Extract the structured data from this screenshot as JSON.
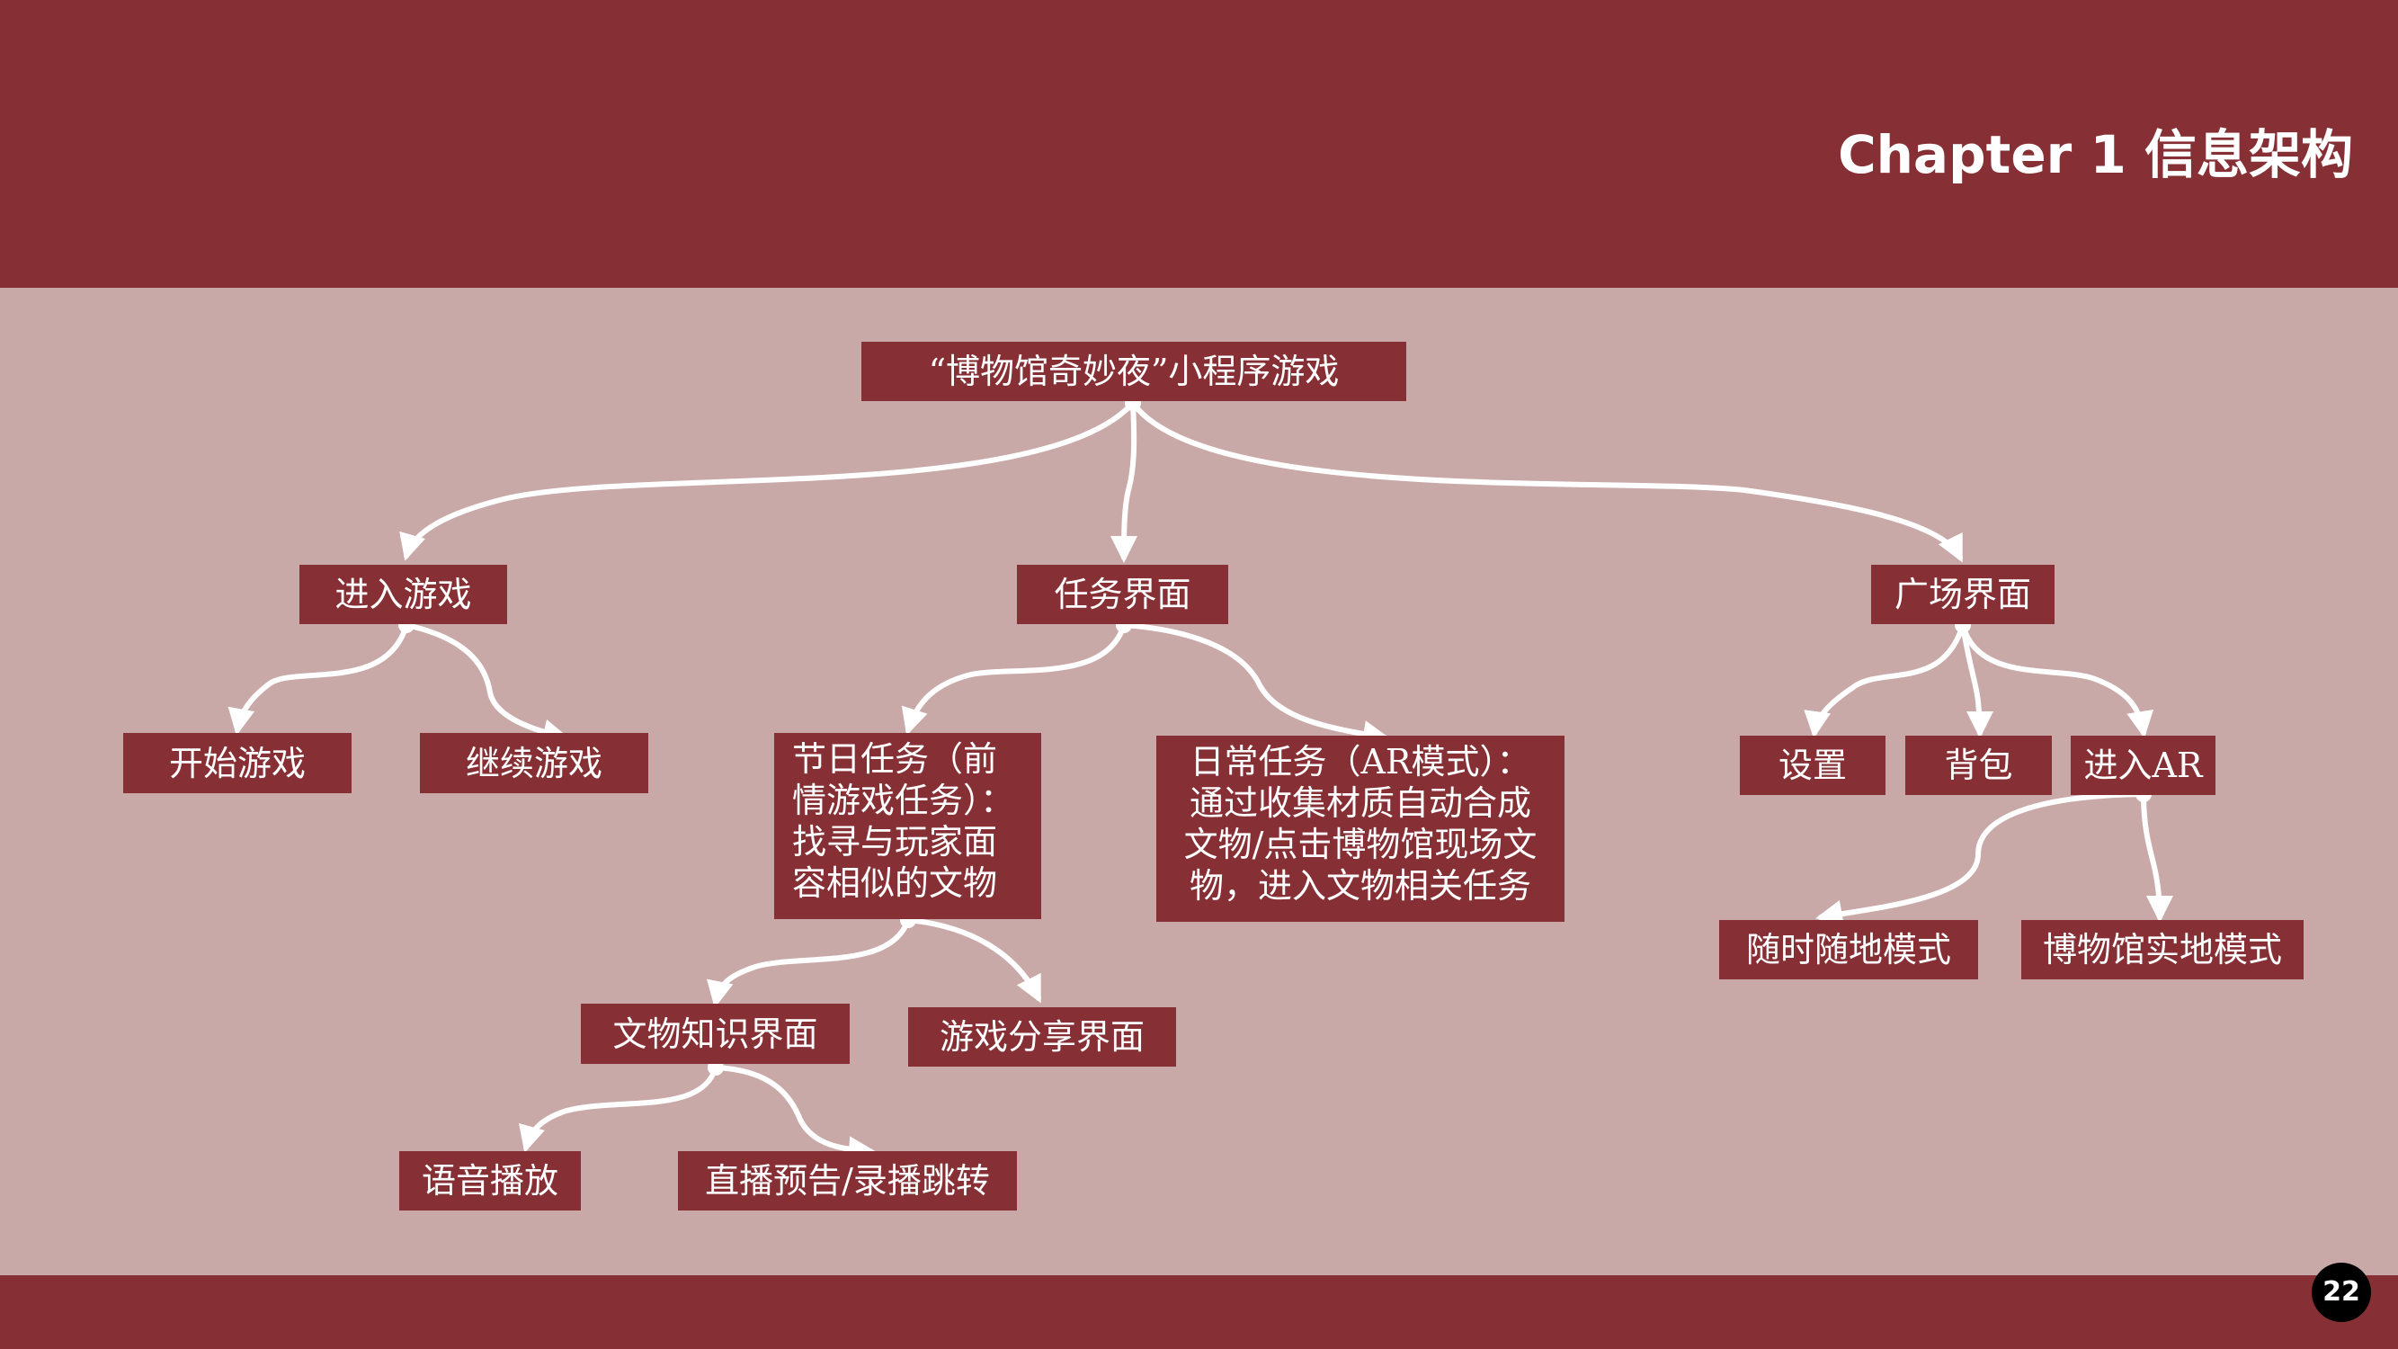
{
  "header": {
    "title": "Chapter 1 信息架构"
  },
  "footer": {
    "page_number": "22"
  },
  "colors": {
    "primary": "#862f34",
    "background": "#c9a8a8",
    "text": "#ffffff",
    "connector": "#ffffff"
  },
  "tree": {
    "root": "“博物馆奇妙夜”小程序游戏",
    "enter_game": "进入游戏",
    "task_screen": "任务界面",
    "plaza_screen": "广场界面",
    "start_game": "开始游戏",
    "continue_game": "继续游戏",
    "festival_task": "节日任务（前\n情游戏任务）：\n找寻与玩家面\n容相似的文物",
    "daily_task": "日常任务（AR模式）：\n通过收集材质自动合成\n文物/点击博物馆现场文\n物，进入文物相关任务",
    "settings": "设置",
    "backpack": "背包",
    "enter_ar": "进入AR",
    "anytime_mode": "随时随地模式",
    "museum_mode": "博物馆实地模式",
    "artifact_knowledge": "文物知识界面",
    "game_share": "游戏分享界面",
    "voice_play": "语音播放",
    "live_preview": "直播预告/录播跳转"
  }
}
